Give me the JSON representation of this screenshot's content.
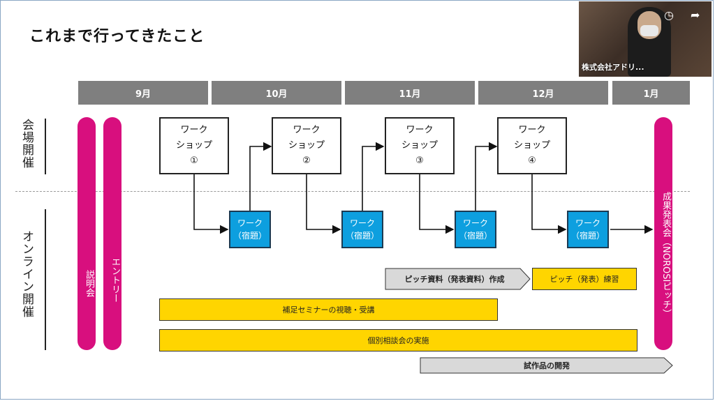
{
  "slide": {
    "title": "これまで行ってきたこと"
  },
  "months": [
    "9月",
    "10月",
    "11月",
    "12月",
    "1月"
  ],
  "sections": {
    "venue": "会場開催",
    "online": "オンライン開催"
  },
  "pills": {
    "briefing": "説明会",
    "entry": "エントリー",
    "result": "成果発表会（NOROSIピッチ）"
  },
  "workshops": [
    {
      "line1": "ワーク",
      "line2": "ショップ",
      "num": "①"
    },
    {
      "line1": "ワーク",
      "line2": "ショップ",
      "num": "②"
    },
    {
      "line1": "ワーク",
      "line2": "ショップ",
      "num": "③"
    },
    {
      "line1": "ワーク",
      "line2": "ショップ",
      "num": "④"
    }
  ],
  "homework": [
    {
      "line1": "ワーク",
      "line2": "（宿題）"
    },
    {
      "line1": "ワーク",
      "line2": "（宿題）"
    },
    {
      "line1": "ワーク",
      "line2": "（宿題）"
    },
    {
      "line1": "ワーク",
      "line2": "（宿題）"
    }
  ],
  "bars": {
    "pitch_material": "ピッチ資料（発表資料）作成",
    "pitch_practice": "ピッチ（発表）練習",
    "seminar": "補足セミナーの視聴・受講",
    "consultation": "個別相談会の実施",
    "prototype": "試作品の開発"
  },
  "video": {
    "participant_name": "株式会社アドリ..."
  },
  "colors": {
    "magenta": "#d80f7e",
    "blue": "#0d9fdf",
    "yellow": "#ffd500",
    "gray_header": "#7f7f7f",
    "gray_arrow": "#d9d9d9"
  }
}
